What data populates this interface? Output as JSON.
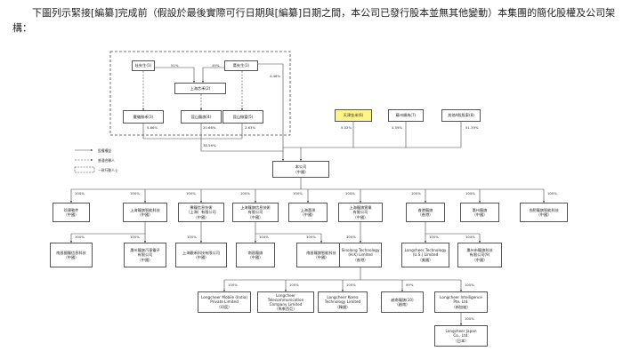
{
  "intro": "下圖列示緊接[編纂]完成前（假設於最後實際可行日期與[編纂]日期之間，本公司已發行股本並無其他變動）本集團的簡化股權及公司架構：",
  "legend": {
    "items": [
      {
        "text": "股權權益"
      },
      {
        "text": "普通合夥人"
      },
      {
        "text": "一致行動人士"
      }
    ]
  },
  "entities": {
    "du": {
      "name": "杜先生",
      "note": "(1)"
    },
    "ge": {
      "name": "葛先生",
      "note": "(1)"
    },
    "shanghai_zhixin": {
      "name": "上海芯禾",
      "note": "(2)"
    },
    "qingyun": {
      "name": "慶儀微禾",
      "note": "(3)"
    },
    "kunshan_long": {
      "name": "昆山龍旗",
      "note": "(4)"
    },
    "kunshan_wei": {
      "name": "昆山微富",
      "note": "(5)"
    },
    "tianjin": {
      "name": "天津金米",
      "note": "(6)"
    },
    "suzhou": {
      "name": "蘇州順為",
      "note": "(7)"
    },
    "other_a": {
      "name": "其他A股股東",
      "note": "(8)"
    },
    "company": {
      "name": "本公司",
      "place": "（中國）"
    },
    "l2_1": {
      "name": "珍璞軟件",
      "place": "（中國）"
    },
    "l2_2": {
      "name": "上海龍旗智能科技",
      "place": "（中國）"
    },
    "l2_3": {
      "name": "豫龍信息技術",
      "name2": "（上海）有限公司",
      "place": "（中國）"
    },
    "l2_4": {
      "name": "上海龍旗信息技術",
      "name2": "有限公司",
      "place": "（中國）"
    },
    "l2_5": {
      "name": "上海蕙承",
      "place": "（中國）"
    },
    "l2_6": {
      "name": "上海龍旗實業",
      "name2": "有限公司",
      "place": "（中國）"
    },
    "l2_7": {
      "name": "香港龍旗",
      "place": "（香港）"
    },
    "l2_8": {
      "name": "惠州龍旗",
      "place": "（中國）"
    },
    "l2_9": {
      "name": "合肥龍旗智能科技",
      "place": "（中國）"
    },
    "l3_1": {
      "name": "南昌國龍信息科技",
      "place": "（中國）"
    },
    "l3_2": {
      "name": "惠州龍旗汽車電子",
      "name2": "有限公司",
      "place": "（中國）"
    },
    "l3_3": {
      "name": "上海觀禾科技有限公司",
      "place": "（中國）"
    },
    "l3_4": {
      "name": "南昌龍旗",
      "place": "（中國）"
    },
    "l3_5": {
      "name": "南昌龍旗智能科技",
      "place": "（中國）"
    },
    "l3_6": {
      "name": "Sinolong Technology",
      "name2": "(H.K) Limited",
      "place": "（香港）"
    },
    "l3_7": {
      "name": "Longcheer Technology",
      "name2": "(U.S.) Limited",
      "place": "（美國）"
    },
    "l3_8": {
      "name": "惠州市龍旗科技",
      "name2": "有限公司",
      "note": "(9)",
      "place": "（中國）"
    },
    "l4_1": {
      "name": "Longcheer Mobile (India)",
      "name2": "Private Limited",
      "place": "（印度）"
    },
    "l4_2": {
      "name": "Longcheer Telecommunication",
      "name2": "Company Limited",
      "place": "（馬來西亞）"
    },
    "l4_3": {
      "name": "Longcheer Korea",
      "name2": "Technology Limited",
      "place": "（韓國）"
    },
    "l4_4": {
      "name": "越南龍旗",
      "note": "(10)",
      "place": "（越南）"
    },
    "l4_5": {
      "name": "Longcheer Intelligence",
      "name2": "Pte. Ltd.",
      "place": "（新加坡）"
    },
    "l5_1": {
      "name": "Longcheer Japan",
      "name2": "Co., Ltd.",
      "place": "（日本）"
    }
  },
  "percentages": {
    "du_to_zhixin": "51%",
    "ge_to_zhixin": "49%",
    "ge_to_company": "4.46%",
    "qingyun": "5.86%",
    "kunshan_long": "20.66%",
    "kunshan_wei": "2.63%",
    "group_total": "38.56%",
    "tianjin": "5.02%",
    "suzhou": "4.59%",
    "other_a": "51.39%",
    "l2": [
      "100%",
      "100%",
      "100%",
      "100%",
      "100%",
      "100%",
      "100%",
      "100%",
      "100%"
    ],
    "l3": [
      "100%",
      "100%",
      "100%",
      "100%",
      "100%",
      "100%",
      "100%",
      "100%"
    ],
    "l4": [
      "100%",
      "100%",
      "100%",
      "99%",
      "100%"
    ],
    "l5": "100%"
  }
}
